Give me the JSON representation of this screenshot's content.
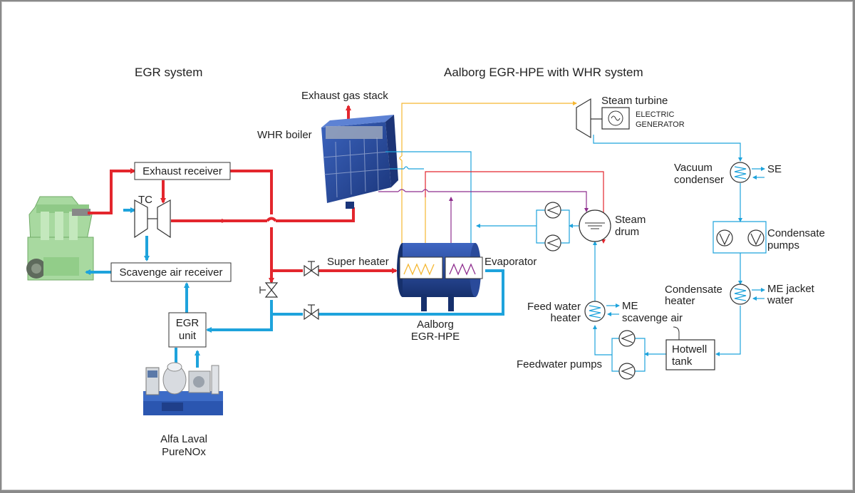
{
  "titles": {
    "egr_system": "EGR system",
    "whr_system": "Aalborg EGR-HPE with WHR system"
  },
  "labels": {
    "exhaust_gas_stack": "Exhaust gas stack",
    "whr_boiler": "WHR boiler",
    "exhaust_receiver": "Exhaust receiver",
    "tc": "TC",
    "scavenge_air_receiver": "Scavenge air receiver",
    "egr_unit_1": "EGR",
    "egr_unit_2": "unit",
    "alfa_laval_1": "Alfa Laval",
    "alfa_laval_2": "PureNOx",
    "super_heater": "Super heater",
    "evaporator": "Evaporator",
    "aalborg_1": "Aalborg",
    "aalborg_2": "EGR-HPE",
    "steam_turbine": "Steam turbine",
    "electric_1": "ELECTRIC",
    "electric_2": "GENERATOR",
    "vacuum_1": "Vacuum",
    "vacuum_2": "condenser",
    "se": "SE",
    "steam_1": "Steam",
    "steam_2": "drum",
    "condensate_pumps_1": "Condensate",
    "condensate_pumps_2": "pumps",
    "condensate_heater_1": "Condensate",
    "condensate_heater_2": "heater",
    "me_jacket_1": "ME jacket",
    "me_jacket_2": "water",
    "feed_water_1": "Feed water",
    "feed_water_2": "heater",
    "me_scavenge_1": "ME",
    "me_scavenge_2": "scavenge air",
    "hotwell_1": "Hotwell",
    "hotwell_2": "tank",
    "feedwater_pumps": "Feedwater pumps"
  },
  "colors": {
    "exhaust": "#e3262d",
    "water": "#1ea3dc",
    "steam": "#f5b731",
    "circulation": "#8e2e8e",
    "engine": "#a8d9a0",
    "boiler": "#2c4f9e"
  }
}
